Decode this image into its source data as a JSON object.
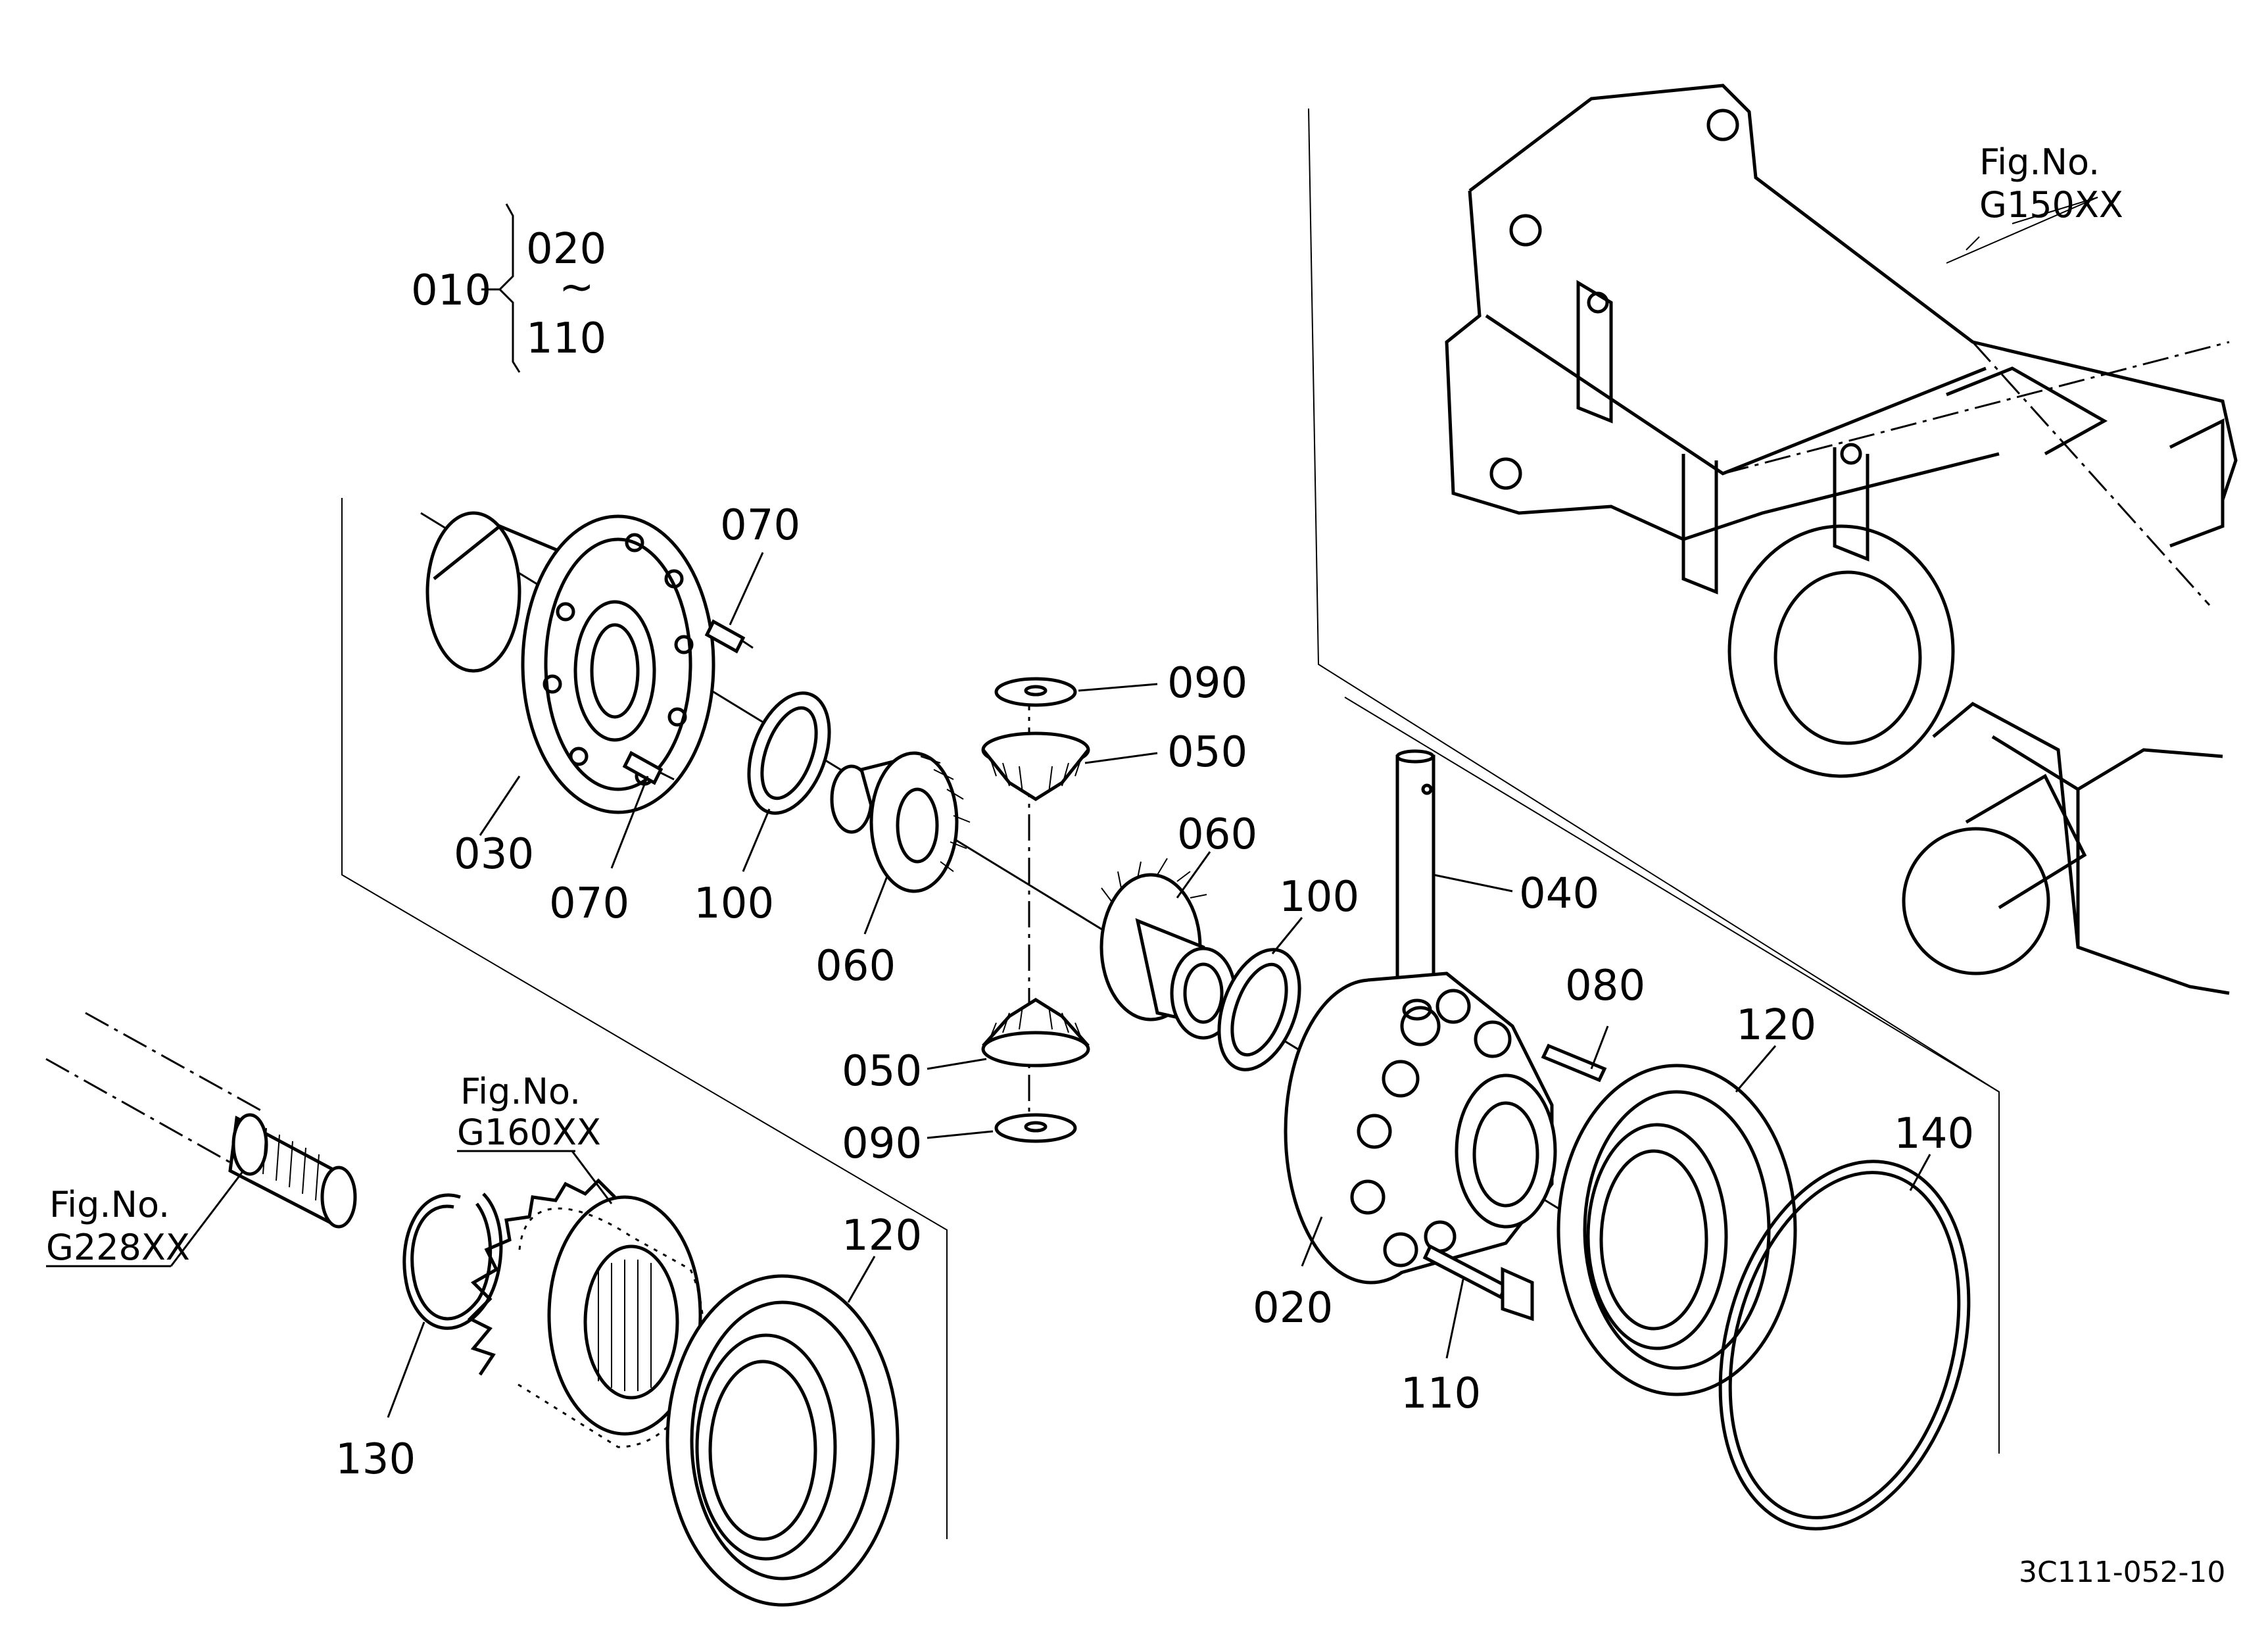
{
  "assembly_group": {
    "code": "010",
    "range_start": "020",
    "range_sep": "~",
    "range_end": "110"
  },
  "callouts": {
    "c020": "020",
    "c030": "030",
    "c040": "040",
    "c050_top": "050",
    "c050_bottom": "050",
    "c060_left": "060",
    "c060_right": "060",
    "c070_top": "070",
    "c070_bottom": "070",
    "c080": "080",
    "c090_top": "090",
    "c090_bottom": "090",
    "c100_left": "100",
    "c100_right": "100",
    "c110": "110",
    "c120_left": "120",
    "c120_right": "120",
    "c130": "130",
    "c140": "140"
  },
  "figure_refs": {
    "g150": {
      "line1": "Fig.No.",
      "line2": "G150XX"
    },
    "g160": {
      "line1": "Fig.No.",
      "line2": "G160XX"
    },
    "g228": {
      "line1": "Fig.No.",
      "line2": "G228XX"
    }
  },
  "drawing_id": "3C111-052-10"
}
